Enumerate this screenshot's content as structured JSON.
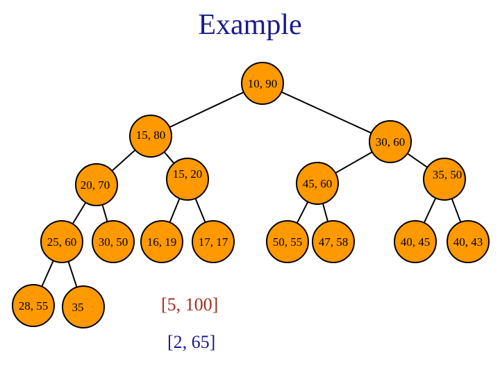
{
  "title": "Example",
  "colors": {
    "node_fill": "#ff9900",
    "node_stroke": "#000000",
    "title": "#1a1a8c",
    "query1": "#a03020",
    "query2": "#1a1a8c"
  },
  "nodes": [
    {
      "id": "n0",
      "label": "10, 90"
    },
    {
      "id": "n1",
      "label": "15, 80"
    },
    {
      "id": "n2",
      "label": "30, 60"
    },
    {
      "id": "n3",
      "label": "20, 70"
    },
    {
      "id": "n4",
      "label": "15, 20"
    },
    {
      "id": "n5",
      "label": "45, 60"
    },
    {
      "id": "n6",
      "label": "35, 50"
    },
    {
      "id": "n7",
      "label": "25, 60"
    },
    {
      "id": "n8",
      "label": "30, 50"
    },
    {
      "id": "n9",
      "label": "16, 19"
    },
    {
      "id": "n10",
      "label": "17, 17"
    },
    {
      "id": "n11",
      "label": "50, 55"
    },
    {
      "id": "n12",
      "label": "47, 58"
    },
    {
      "id": "n13",
      "label": "40, 45"
    },
    {
      "id": "n14",
      "label": "40, 43"
    },
    {
      "id": "n15",
      "label": "28, 55"
    },
    {
      "id": "n16",
      "label": "35"
    }
  ],
  "edges": [
    [
      "n0",
      "n1"
    ],
    [
      "n0",
      "n2"
    ],
    [
      "n1",
      "n3"
    ],
    [
      "n1",
      "n4"
    ],
    [
      "n2",
      "n5"
    ],
    [
      "n2",
      "n6"
    ],
    [
      "n3",
      "n7"
    ],
    [
      "n3",
      "n8"
    ],
    [
      "n4",
      "n9"
    ],
    [
      "n4",
      "n10"
    ],
    [
      "n5",
      "n11"
    ],
    [
      "n5",
      "n12"
    ],
    [
      "n6",
      "n13"
    ],
    [
      "n6",
      "n14"
    ],
    [
      "n7",
      "n15"
    ],
    [
      "n7",
      "n16"
    ]
  ],
  "queries": {
    "q1": "[5, 100]",
    "q2": "[2, 65]"
  }
}
